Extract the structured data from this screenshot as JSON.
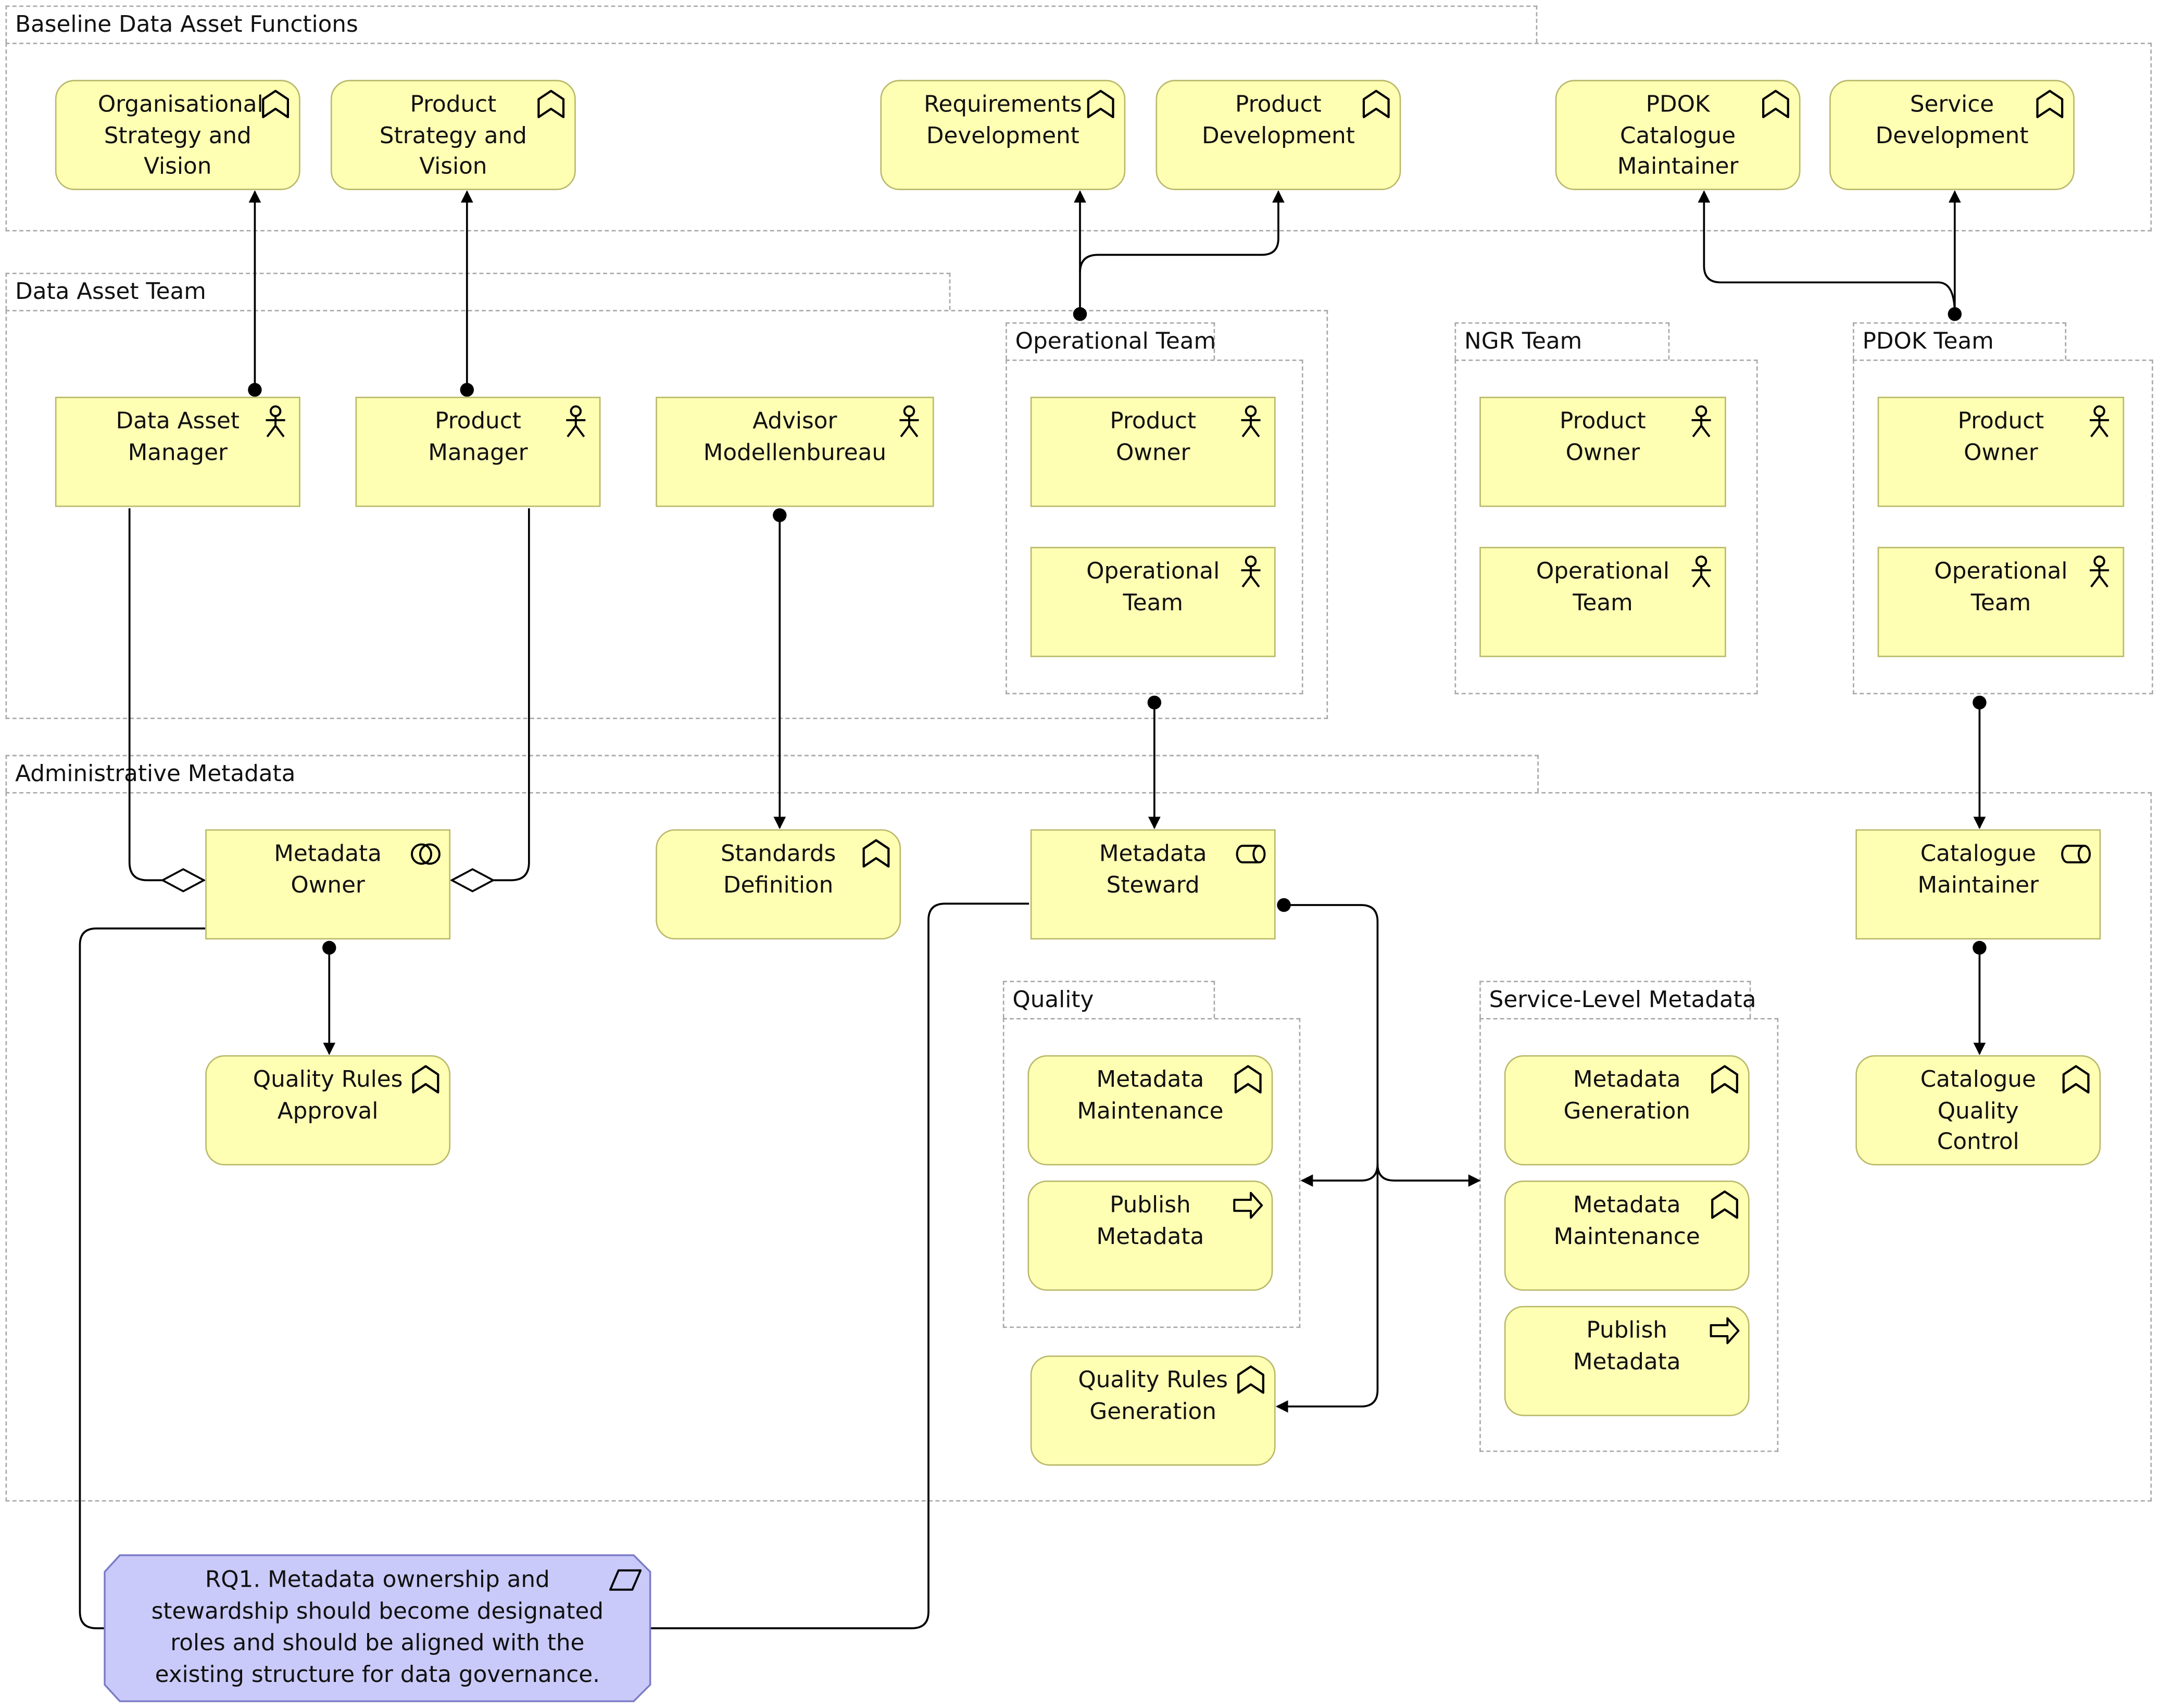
{
  "groups": {
    "baseline": "Baseline Data Asset Functions",
    "data_asset_team": "Data Asset Team",
    "operational_team": "Operational Team",
    "ngr_team": "NGR Team",
    "pdok_team": "PDOK Team",
    "administrative_metadata": "Administrative Metadata",
    "quality": "Quality",
    "service_level_metadata": "Service-Level Metadata"
  },
  "nodes": {
    "org_strategy": "Organisational Strategy and Vision",
    "prod_strategy": "Product Strategy and Vision",
    "req_dev": "Requirements Development",
    "prod_dev": "Product Development",
    "pdok_cat_maint": "PDOK Catalogue Maintainer",
    "service_dev": "Service Development",
    "data_asset_manager": "Data Asset Manager",
    "product_manager": "Product Manager",
    "advisor": "Advisor Modellenbureau",
    "op_product_owner": "Product Owner",
    "op_operational_team": "Operational Team",
    "ngr_product_owner": "Product Owner",
    "ngr_operational_team": "Operational Team",
    "pdok_product_owner": "Product Owner",
    "pdok_operational_team": "Operational Team",
    "metadata_owner": "Metadata Owner",
    "standards_definition": "Standards Definition",
    "metadata_steward": "Metadata Steward",
    "catalogue_maintainer": "Catalogue Maintainer",
    "quality_rules_approval": "Quality Rules Approval",
    "q_metadata_maintenance": "Metadata Maintenance",
    "q_publish_metadata": "Publish Metadata",
    "sl_metadata_generation": "Metadata Generation",
    "sl_metadata_maintenance": "Metadata Maintenance",
    "sl_publish_metadata": "Publish Metadata",
    "catalogue_quality_control": "Catalogue Quality Control",
    "quality_rules_generation": "Quality Rules Generation"
  },
  "note": {
    "text": "RQ1. Metadata ownership and stewardship should become designated roles and should be aligned with the existing structure for data governance."
  },
  "icons": {
    "function": "function-icon",
    "actor": "actor-icon",
    "collaboration": "collaboration-icon",
    "role": "role-icon",
    "process": "process-icon",
    "requirement": "requirement-icon"
  },
  "colors": {
    "element_fill": "#ffffb4",
    "element_border": "#b9b96a",
    "note_fill": "#cacafa",
    "note_border": "#7b7bc8",
    "group_border": "#a8a8a8"
  }
}
